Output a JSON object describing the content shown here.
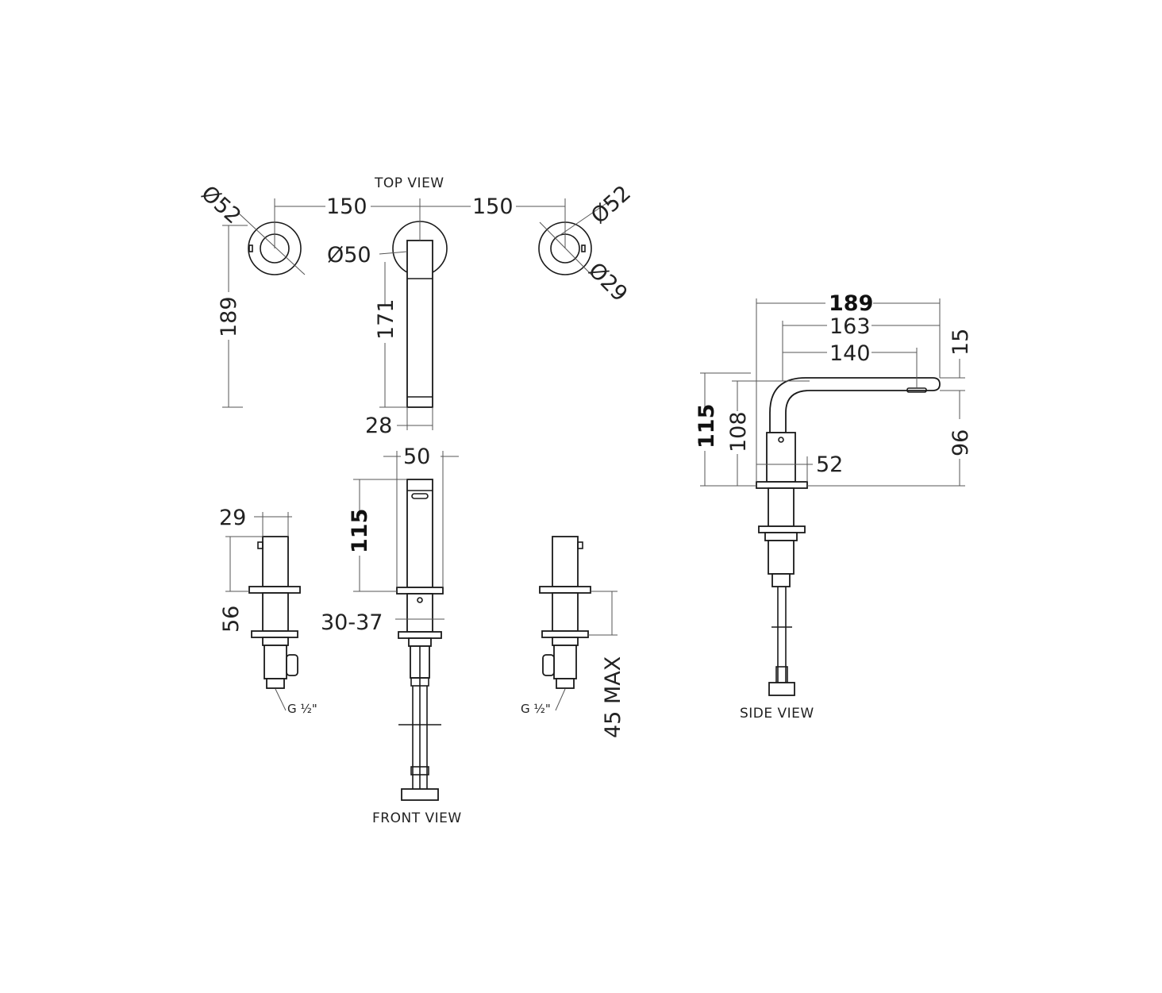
{
  "views": {
    "top": "TOP VIEW",
    "front": "FRONT VIEW",
    "side": "SIDE VIEW"
  },
  "top_view": {
    "dia_left": "Ø52",
    "dia_right": "Ø52",
    "dia_spout": "Ø50",
    "dia_inner": "Ø29",
    "spacing_left": "150",
    "spacing_right": "150",
    "depth_total": "189",
    "spout_length": "171",
    "spout_width": "28"
  },
  "front_view": {
    "spout_width": "50",
    "height_spout": "115",
    "handle_width": "29",
    "handle_height": "56",
    "deck_thickness": "30-37",
    "thread_left": "G ½\"",
    "thread_right": "G ½\"",
    "max_deck": "45 MAX"
  },
  "side_view": {
    "reach_total": "189",
    "reach_163": "163",
    "reach_140": "140",
    "spout_thickness": "15",
    "height_total": "115",
    "height_108": "108",
    "height_outlet": "96",
    "base_dia": "52"
  }
}
